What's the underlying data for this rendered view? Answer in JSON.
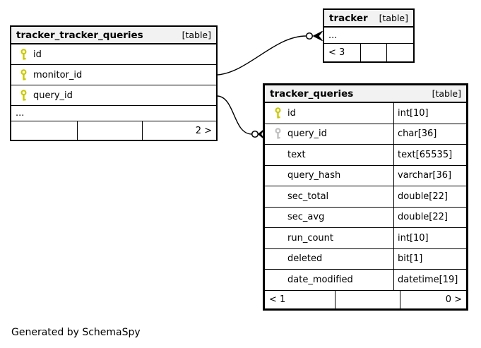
{
  "page": {
    "background": "#ffffff",
    "footer_note": "Generated by SchemaSpy"
  },
  "colors": {
    "table_header_bg": "#f2f2f2",
    "border": "#000000",
    "primary_key_icon": "#c9c900",
    "foreign_key_icon": "#c0c0c0"
  },
  "tables": [
    {
      "title": "tracker_tracker_queries",
      "badge": "[table]",
      "columns": [
        {
          "name": "id",
          "key": "primary"
        },
        {
          "name": "monitor_id",
          "key": "primary"
        },
        {
          "name": "query_id",
          "key": "primary"
        }
      ],
      "ellipsis": "...",
      "footer": [
        "",
        "",
        "2 >"
      ]
    },
    {
      "title": "tracker",
      "badge": "[table]",
      "columns": [],
      "ellipsis": "...",
      "footer": [
        "< 3",
        "",
        ""
      ]
    },
    {
      "title": "tracker_queries",
      "badge": "[table]",
      "columns": [
        {
          "name": "id",
          "type": "int[10]",
          "key": "primary"
        },
        {
          "name": "query_id",
          "type": "char[36]",
          "key": "foreign"
        },
        {
          "name": "text",
          "type": "text[65535]"
        },
        {
          "name": "query_hash",
          "type": "varchar[36]"
        },
        {
          "name": "sec_total",
          "type": "double[22]"
        },
        {
          "name": "sec_avg",
          "type": "double[22]"
        },
        {
          "name": "run_count",
          "type": "int[10]"
        },
        {
          "name": "deleted",
          "type": "bit[1]"
        },
        {
          "name": "date_modified",
          "type": "datetime[19]"
        }
      ],
      "footer": [
        "< 1",
        "",
        "0 >"
      ]
    }
  ],
  "relationships": [
    {
      "from_table": "tracker_tracker_queries",
      "from_column": "monitor_id",
      "to_table": "tracker",
      "end_marker": "circle-crowsfoot"
    },
    {
      "from_table": "tracker_tracker_queries",
      "from_column": "query_id",
      "to_table": "tracker_queries",
      "to_column": "query_id",
      "end_marker": "circle-crowsfoot"
    }
  ]
}
